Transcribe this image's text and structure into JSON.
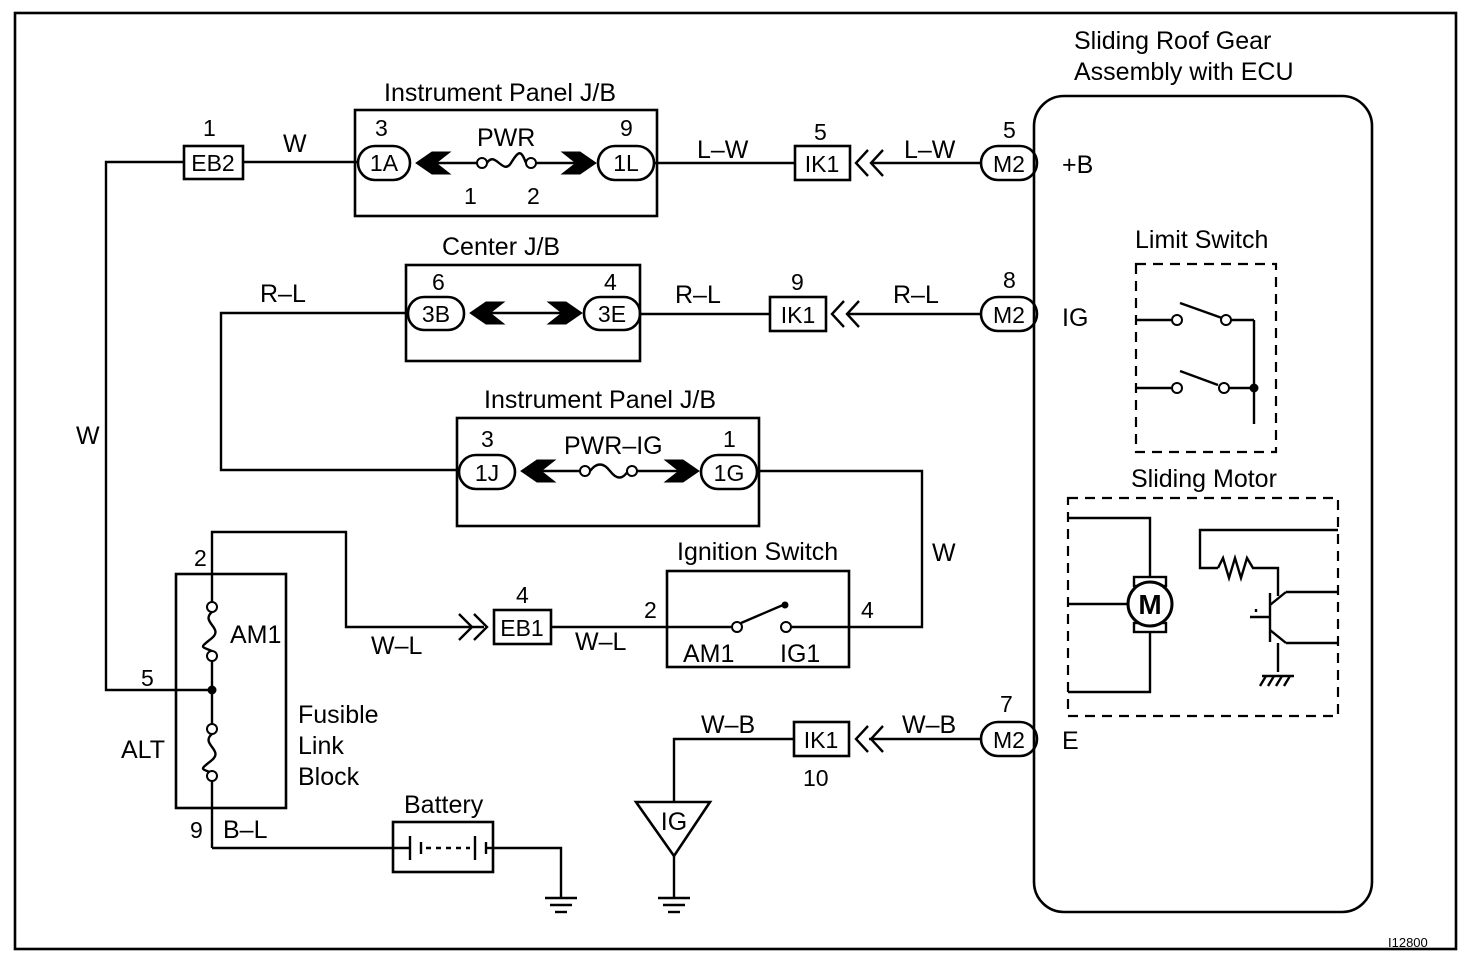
{
  "ecu": {
    "title_line1": "Sliding Roof Gear",
    "title_line2": "Assembly with ECU",
    "term_b": "+B",
    "term_ig": "IG",
    "term_e": "E",
    "limit_switch": "Limit Switch",
    "sliding_motor": "Sliding Motor",
    "motor_symbol": "M"
  },
  "ip_jb_top": {
    "title": "Instrument Panel J/B",
    "pin_left": "3",
    "pin_right": "9",
    "conn_left": "1A",
    "conn_right": "1L",
    "fuse": "PWR",
    "fuse_pin_1": "1",
    "fuse_pin_2": "2"
  },
  "center_jb": {
    "title": "Center J/B",
    "pin_left": "6",
    "pin_right": "4",
    "conn_left": "3B",
    "conn_right": "3E"
  },
  "ip_jb_mid": {
    "title": "Instrument Panel J/B",
    "pin_left": "3",
    "pin_right": "1",
    "conn_left": "1J",
    "conn_right": "1G",
    "fuse": "PWR–IG"
  },
  "ignition_switch": {
    "title": "Ignition Switch",
    "pin_left": "2",
    "pin_right": "4",
    "term_left": "AM1",
    "term_right": "IG1"
  },
  "fusible_link": {
    "title_line1": "Fusible",
    "title_line2": "Link",
    "title_line3": "Block",
    "am1": "AM1",
    "alt": "ALT",
    "pin_top": "2",
    "pin_mid": "5",
    "pin_bottom": "9"
  },
  "battery": {
    "title": "Battery"
  },
  "connectors": {
    "eb2": "EB2",
    "eb2_pin": "1",
    "ik1_top": "IK1",
    "ik1_top_pin": "5",
    "m2_top": "M2",
    "m2_top_pin": "5",
    "ik1_mid": "IK1",
    "ik1_mid_pin": "9",
    "m2_mid": "M2",
    "m2_mid_pin": "8",
    "eb1": "EB1",
    "eb1_pin": "4",
    "ik1_bot": "IK1",
    "ik1_bot_pin": "10",
    "m2_bot": "M2",
    "m2_bot_pin": "7"
  },
  "wires": {
    "w_eb2": "W",
    "lw_left": "L–W",
    "lw_right": "L–W",
    "rl_left": "R–L",
    "rl_mid": "R–L",
    "rl_right": "R–L",
    "w_left_vertical": "W",
    "w_right_vertical": "W",
    "wl_left": "W–L",
    "wl_right": "W–L",
    "wb_left": "W–B",
    "wb_right": "W–B",
    "bl": "B–L"
  },
  "ground_ig": "IG",
  "figure_code": "I12800"
}
